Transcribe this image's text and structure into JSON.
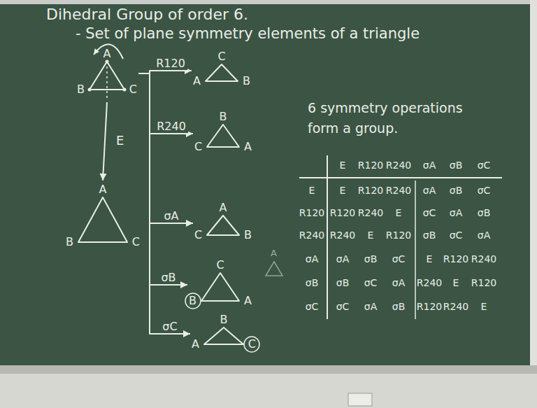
{
  "diagram": {
    "title": "Dihedral Group of order 6.",
    "nodes": [
      {
        "text": [
          "A",
          "B",
          "C"
        ]
      },
      {
        "text": [
          "C",
          "A",
          "B"
        ]
      },
      {
        "text": [
          "B",
          "C",
          "A"
        ]
      },
      {
        "text": [
          "A",
          "C",
          "B"
        ]
      },
      {
        "text": [
          "C",
          "B",
          "A"
        ]
      },
      {
        "text": [
          "B",
          "A",
          "C"
        ]
      },
      {
        "text": [
          "A",
          "B",
          "C"
        ]
      }
    ],
    "edges": [
      {
        "from": 0,
        "to": 1,
        "label": "R120",
        "arrow": "to"
      },
      {
        "from": 0,
        "to": 2,
        "label": "R240",
        "arrow": "to"
      },
      {
        "from": 0,
        "to": 3,
        "label": "σA",
        "arrow": "to"
      },
      {
        "from": 0,
        "to": 4,
        "label": "σB",
        "arrow": "to"
      },
      {
        "from": 0,
        "to": 5,
        "label": "σC",
        "arrow": "to"
      },
      {
        "from": 0,
        "to": 6,
        "label": "E",
        "arrow": "to"
      }
    ],
    "labels": [
      "- Set of plane symmetry elements of a triangle",
      "6 symmetry operations form a group.",
      "A",
      "E",
      "R120",
      "R240",
      "σA",
      "σB",
      "σC",
      "E",
      "E",
      "R120",
      "R240",
      "σA",
      "σB",
      "σC",
      "R120",
      "R120",
      "R240",
      "E",
      "σC",
      "σA",
      "σB",
      "R240",
      "R240",
      "E",
      "R120",
      "σB",
      "σC",
      "σA",
      "σA",
      "σA",
      "σB",
      "σC",
      "E",
      "R120",
      "R240",
      "σB",
      "σB",
      "σC",
      "σA",
      "R240",
      "E",
      "R120",
      "σC",
      "σC",
      "σA",
      "σB",
      "R120",
      "R240",
      "E"
    ]
  }
}
